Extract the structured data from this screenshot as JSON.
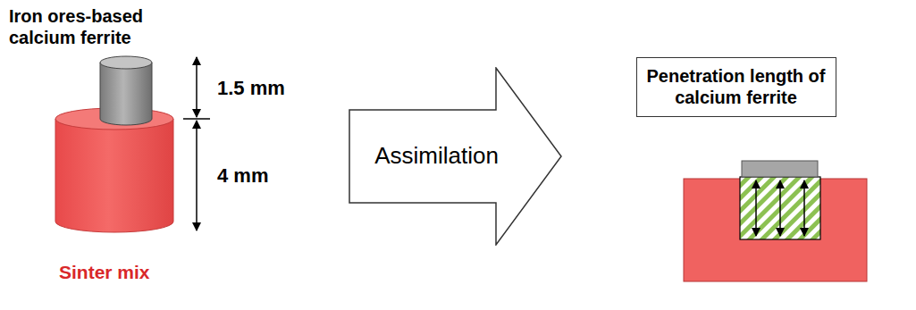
{
  "diagram": {
    "nodes": [
      {
        "text": [
          "Assimilation"
        ]
      },
      {
        "text": [
          "Penetration length of calcium ferrite"
        ]
      }
    ],
    "labels": [
      "Iron ores-based calcium ferrite",
      "1.5 mm",
      "4 mm",
      "Sinter mix"
    ]
  }
}
